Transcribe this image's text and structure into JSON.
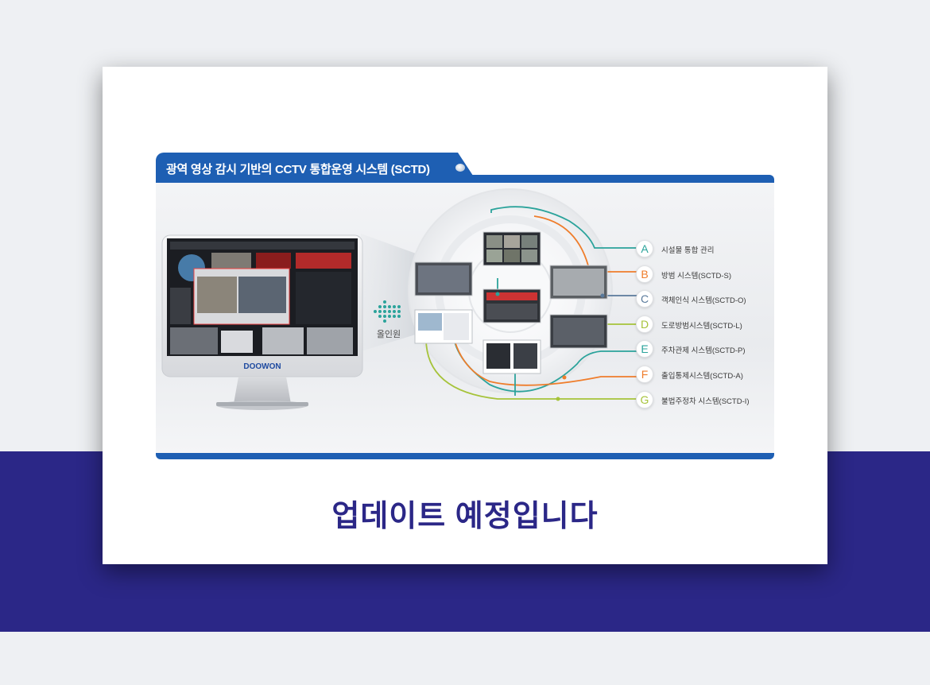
{
  "panel": {
    "title": "광역 영상 감시 기반의 CCTV 통합운영 시스템 (SCTD)",
    "brand": "DOOWON",
    "power_label": "올인원"
  },
  "systems": [
    {
      "letter": "A",
      "label": "시설물 통합 관리",
      "color": "#2ba39b"
    },
    {
      "letter": "B",
      "label": "방범 시스템(SCTD-S)",
      "color": "#ef7d2b"
    },
    {
      "letter": "C",
      "label": "객체인식 시스템(SCTD-O)",
      "color": "#5a7a9c"
    },
    {
      "letter": "D",
      "label": "도로방범시스템(SCTD-L)",
      "color": "#a6c33a"
    },
    {
      "letter": "E",
      "label": "주차관제 시스템(SCTD-P)",
      "color": "#2ba39b"
    },
    {
      "letter": "F",
      "label": "출입통제시스템(SCTD-A)",
      "color": "#ef7d2b"
    },
    {
      "letter": "G",
      "label": "불법주정차 시스템(SCTD-I)",
      "color": "#a6c33a"
    }
  ],
  "headline": "업데이트 예정입니다",
  "colors": {
    "navy": "#2b2787",
    "panel_blue": "#1e5fb3",
    "teal": "#2ba39b",
    "orange": "#ef7d2b",
    "lime": "#a6c33a"
  }
}
